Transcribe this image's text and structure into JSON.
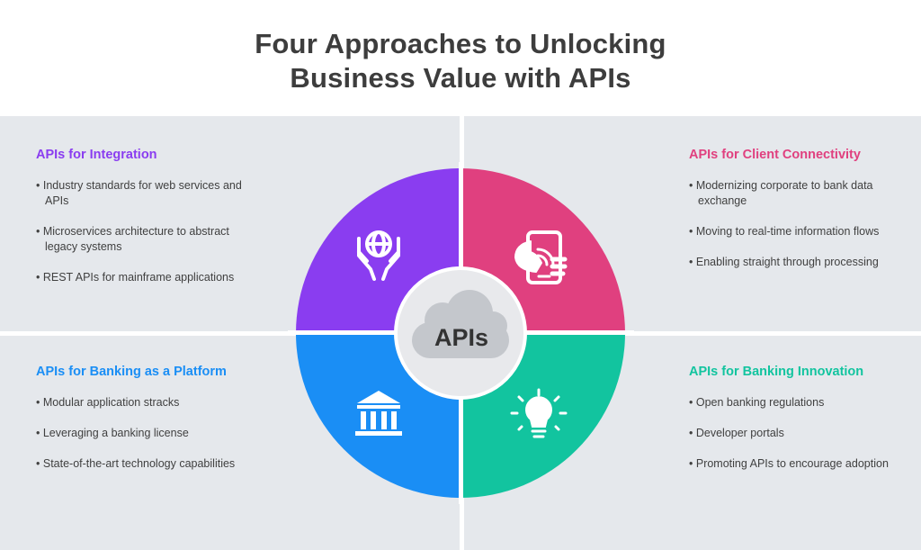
{
  "title": {
    "line1": "Four Approaches to Unlocking",
    "line2": "Business Value with APIs"
  },
  "center": {
    "label": "APIs",
    "icon": "cloud-icon"
  },
  "colors": {
    "purple": "#8a3df0",
    "pink": "#e0407f",
    "blue": "#1a8ef5",
    "teal": "#12c49f",
    "panel": "#e5e8ec",
    "center_circle": "#e8e9ec",
    "cloud": "#c4c7cc",
    "title": "#3d3d3d"
  },
  "sections": {
    "integration": {
      "heading": "APIs for Integration",
      "icon": "hands-globe-icon",
      "items": [
        "Industry standards for web services and APIs",
        "Microservices architecture to abstract legacy systems",
        "REST APIs for mainframe applications"
      ]
    },
    "client": {
      "heading": "APIs for Client Connectivity",
      "icon": "mobile-phone-icon",
      "items": [
        "Modernizing corporate to bank data exchange",
        "Moving to real-time information flows",
        "Enabling straight through processing"
      ]
    },
    "platform": {
      "heading": "APIs for Banking as a Platform",
      "icon": "bank-building-icon",
      "items": [
        "Modular application stracks",
        "Leveraging a banking license",
        "State-of-the-art technology capabilities"
      ]
    },
    "innovation": {
      "heading": "APIs for Banking Innovation",
      "icon": "lightbulb-icon",
      "items": [
        "Open banking regulations",
        "Developer portals",
        "Promoting APIs to encourage adoption"
      ]
    }
  }
}
